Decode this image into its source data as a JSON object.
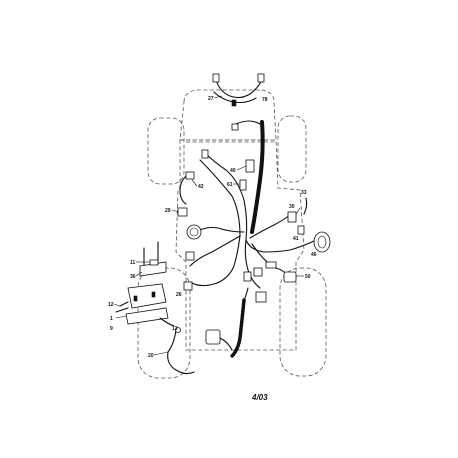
{
  "diagram": {
    "date_code": "4/03",
    "callouts": {
      "c27": "27",
      "c78": "78",
      "c40": "40",
      "c61": "61",
      "c42": "42",
      "c33": "33",
      "c29": "29",
      "c30": "30",
      "c41": "41",
      "c46": "46",
      "c11": "11",
      "c36": "36",
      "c50": "50",
      "c12": "12",
      "c1": "1",
      "c9": "9",
      "c13": "13",
      "c20": "20",
      "c26": "26"
    }
  }
}
